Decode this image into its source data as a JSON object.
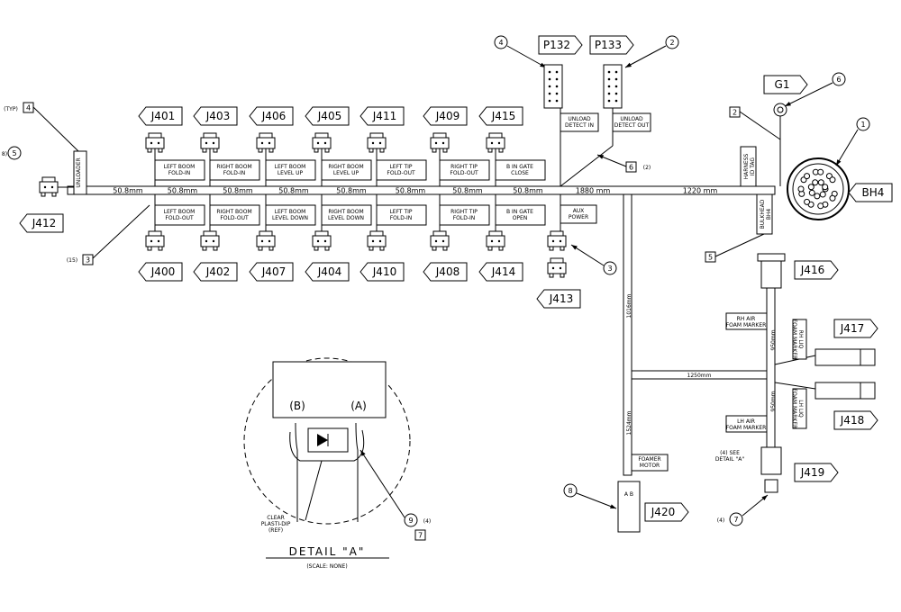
{
  "connectors_top": [
    "J401",
    "J403",
    "J406",
    "J405",
    "J411",
    "J409",
    "J415"
  ],
  "connectors_bottom": [
    "J400",
    "J402",
    "J407",
    "J404",
    "J410",
    "J408",
    "J414"
  ],
  "labels_top": [
    [
      "LEFT BOOM",
      "FOLD-IN"
    ],
    [
      "RIGHT BOOM",
      "FOLD-IN"
    ],
    [
      "LEFT BOOM",
      "LEVEL UP"
    ],
    [
      "RIGHT BOOM",
      "LEVEL UP"
    ],
    [
      "LEFT TIP",
      "FOLD-OUT"
    ],
    [
      "RIGHT TIP",
      "FOLD-OUT"
    ],
    [
      "B IN GATE",
      "CLOSE"
    ]
  ],
  "labels_bottom": [
    [
      "LEFT BOOM",
      "FOLD-OUT"
    ],
    [
      "RIGHT BOOM",
      "FOLD-OUT"
    ],
    [
      "LEFT BOOM",
      "LEVEL DOWN"
    ],
    [
      "RIGHT BOOM",
      "LEVEL DOWN"
    ],
    [
      "LEFT TIP",
      "FOLD-IN"
    ],
    [
      "RIGHT TIP",
      "FOLD-IN"
    ],
    [
      "B IN GATE",
      "OPEN"
    ]
  ],
  "segments": [
    "50.8mm",
    "50.8mm",
    "50.8mm",
    "50.8mm",
    "50.8mm",
    "50.8mm",
    "50.8mm",
    "50.8mm",
    "1880 mm",
    "1220 mm"
  ],
  "p132": "P132",
  "p133": "P133",
  "g1": "G1",
  "bh4": "BH4",
  "j412": "J412",
  "j413": "J413",
  "j416": "J416",
  "j417": "J417",
  "j418": "J418",
  "j419": "J419",
  "j420": "J420",
  "unloader": "UNLOADER",
  "unload_detect_in": [
    "UNLOAD",
    "DETECT IN"
  ],
  "unload_detect_out": [
    "UNLOAD",
    "DETECT OUT"
  ],
  "aux_power": [
    "AUX",
    "POWER"
  ],
  "harness_id_tag": [
    "HARNESS",
    "ID TAG"
  ],
  "bulkhead_bh4": [
    "BULKHEAD",
    "BH4"
  ],
  "rh_air_foam": [
    "RH AIR",
    "FOAM MARKER"
  ],
  "lh_air_foam": [
    "LH AIR",
    "FOAM MARKER"
  ],
  "rh_liq_foam": [
    "RH LIQ",
    "FOAM MARKER"
  ],
  "lh_liq_foam": [
    "LH LIQ",
    "FOAM MARKER"
  ],
  "foamer_motor": [
    "FOAMER",
    "MOTOR"
  ],
  "dim_1016": "1016mm",
  "dim_1524": "1524mm",
  "dim_1250": "1250mm",
  "dim_950_a": "950mm",
  "dim_950_b": "950mm",
  "callouts": {
    "c1": "1",
    "c2": "2",
    "c3": "3",
    "c4": "4",
    "c5": "5",
    "c6": "6",
    "c7": "7",
    "c8": "8",
    "c9": "9"
  },
  "typ": "(TYP)",
  "qty_8": "8)",
  "qty_15": "(15)",
  "qty_2": "(2)",
  "qty_4a": "(4)",
  "qty_4b": "(4)",
  "see_detail": [
    "(4) SEE",
    "DETAIL \"A\""
  ],
  "detail": {
    "b": "(B)",
    "a": "(A)",
    "clear": [
      "CLEAR",
      "PLASTI-DIP",
      "(REF)"
    ],
    "title": "DETAIL \"A\"",
    "scale": "(SCALE: NONE)"
  }
}
